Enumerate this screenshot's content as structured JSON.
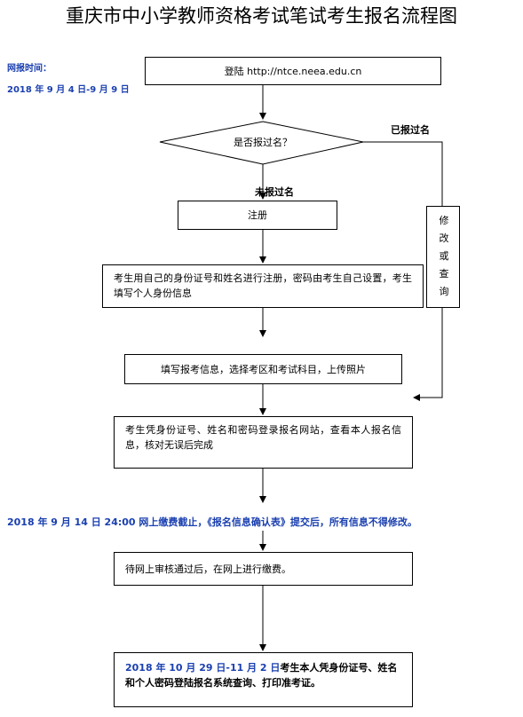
{
  "title": "重庆市中小学教师资格考试笔试考生报名流程图",
  "side_note": {
    "label": "网报时间：",
    "dates": "2018 年 9 月 4 日-9 月 9 日"
  },
  "steps": {
    "login": "登陆 http://ntce.neea.edu.cn",
    "decision": "是否报过名？",
    "yes_label": "已报过名",
    "no_label": "未报过名",
    "register": "注册",
    "id_register": "考生用自己的身份证号和姓名进行注册，密码由考生自己设置，考生填写个人身份信息",
    "fill_info": "填写报考信息，选择考区和考试科目，上传照片",
    "modify_query": [
      "修",
      "改",
      "或",
      "查",
      "询"
    ],
    "verify": "考生凭身份证号、姓名和密码登录报名网站，查看本人报名信息，核对无误后完成",
    "deadline_note": "2018 年 9 月 14 日 24:00 网上缴费截止，《报名信息确认表》提交后，所有信息不得修改。",
    "pay": "待网上审核通过后，在网上进行缴费。",
    "print_date": "2018 年 10 月 29 日-11 月 2 日",
    "print_rest": "考生本人凭身份证号、姓名和个人密码登陆报名系统查询、打印准考证。"
  }
}
